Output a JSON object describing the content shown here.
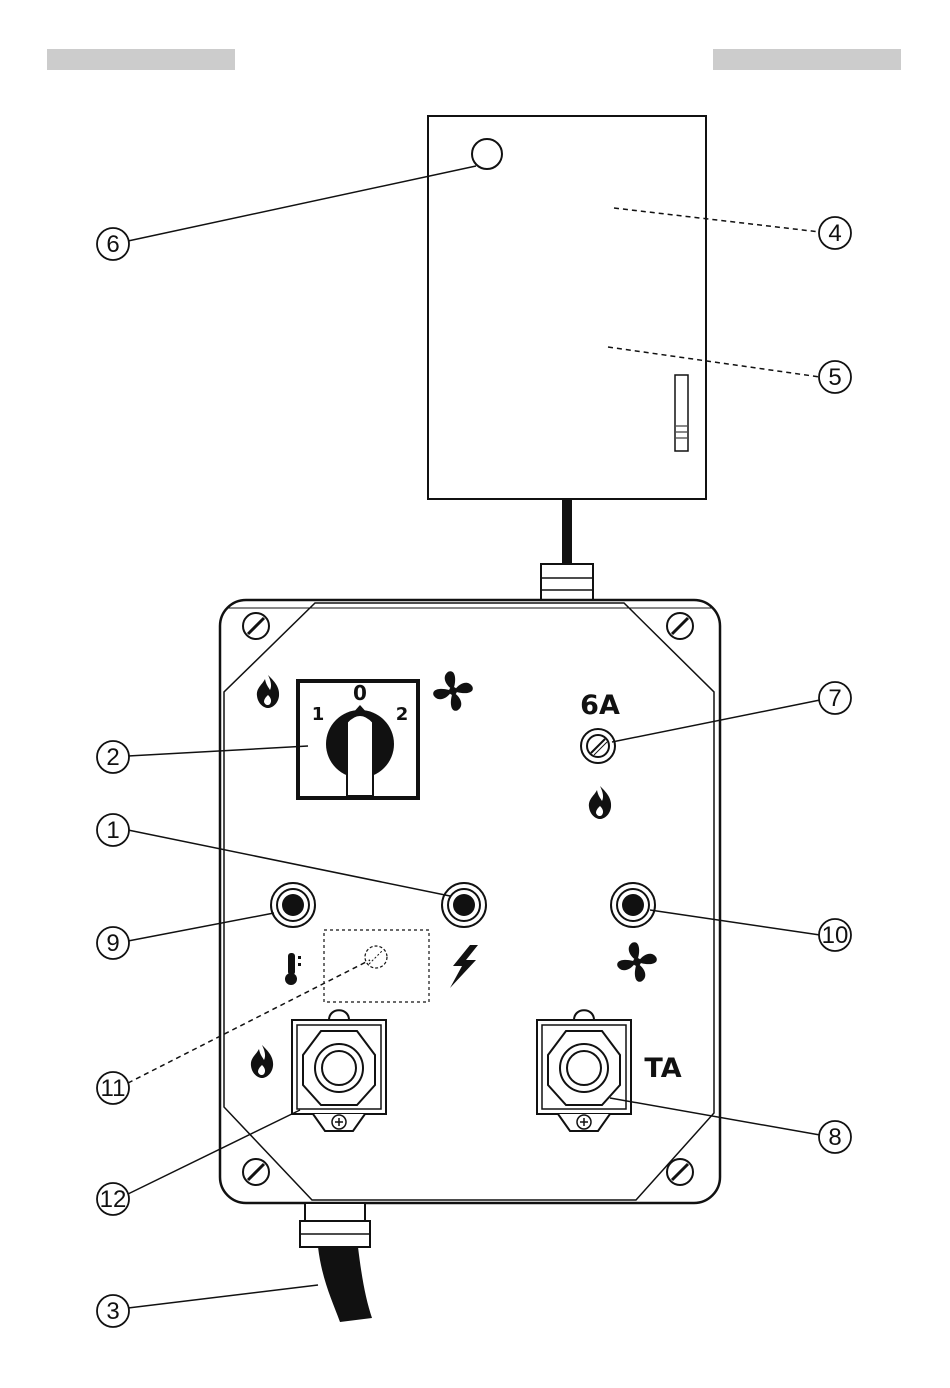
{
  "header": {
    "bar_color": "#cccccc"
  },
  "switch": {
    "positions": [
      "1",
      "0",
      "2"
    ]
  },
  "labels": {
    "fuse_rating": "6A",
    "ta": "TA"
  },
  "callouts": [
    "1",
    "2",
    "3",
    "4",
    "5",
    "6",
    "7",
    "8",
    "9",
    "10",
    "11",
    "12"
  ],
  "icons": {
    "flame": "flame-icon",
    "fan": "fan-icon",
    "thermometer": "thermometer-icon",
    "lightning": "lightning-icon"
  },
  "colors": {
    "line": "#111111",
    "paper": "#ffffff"
  }
}
